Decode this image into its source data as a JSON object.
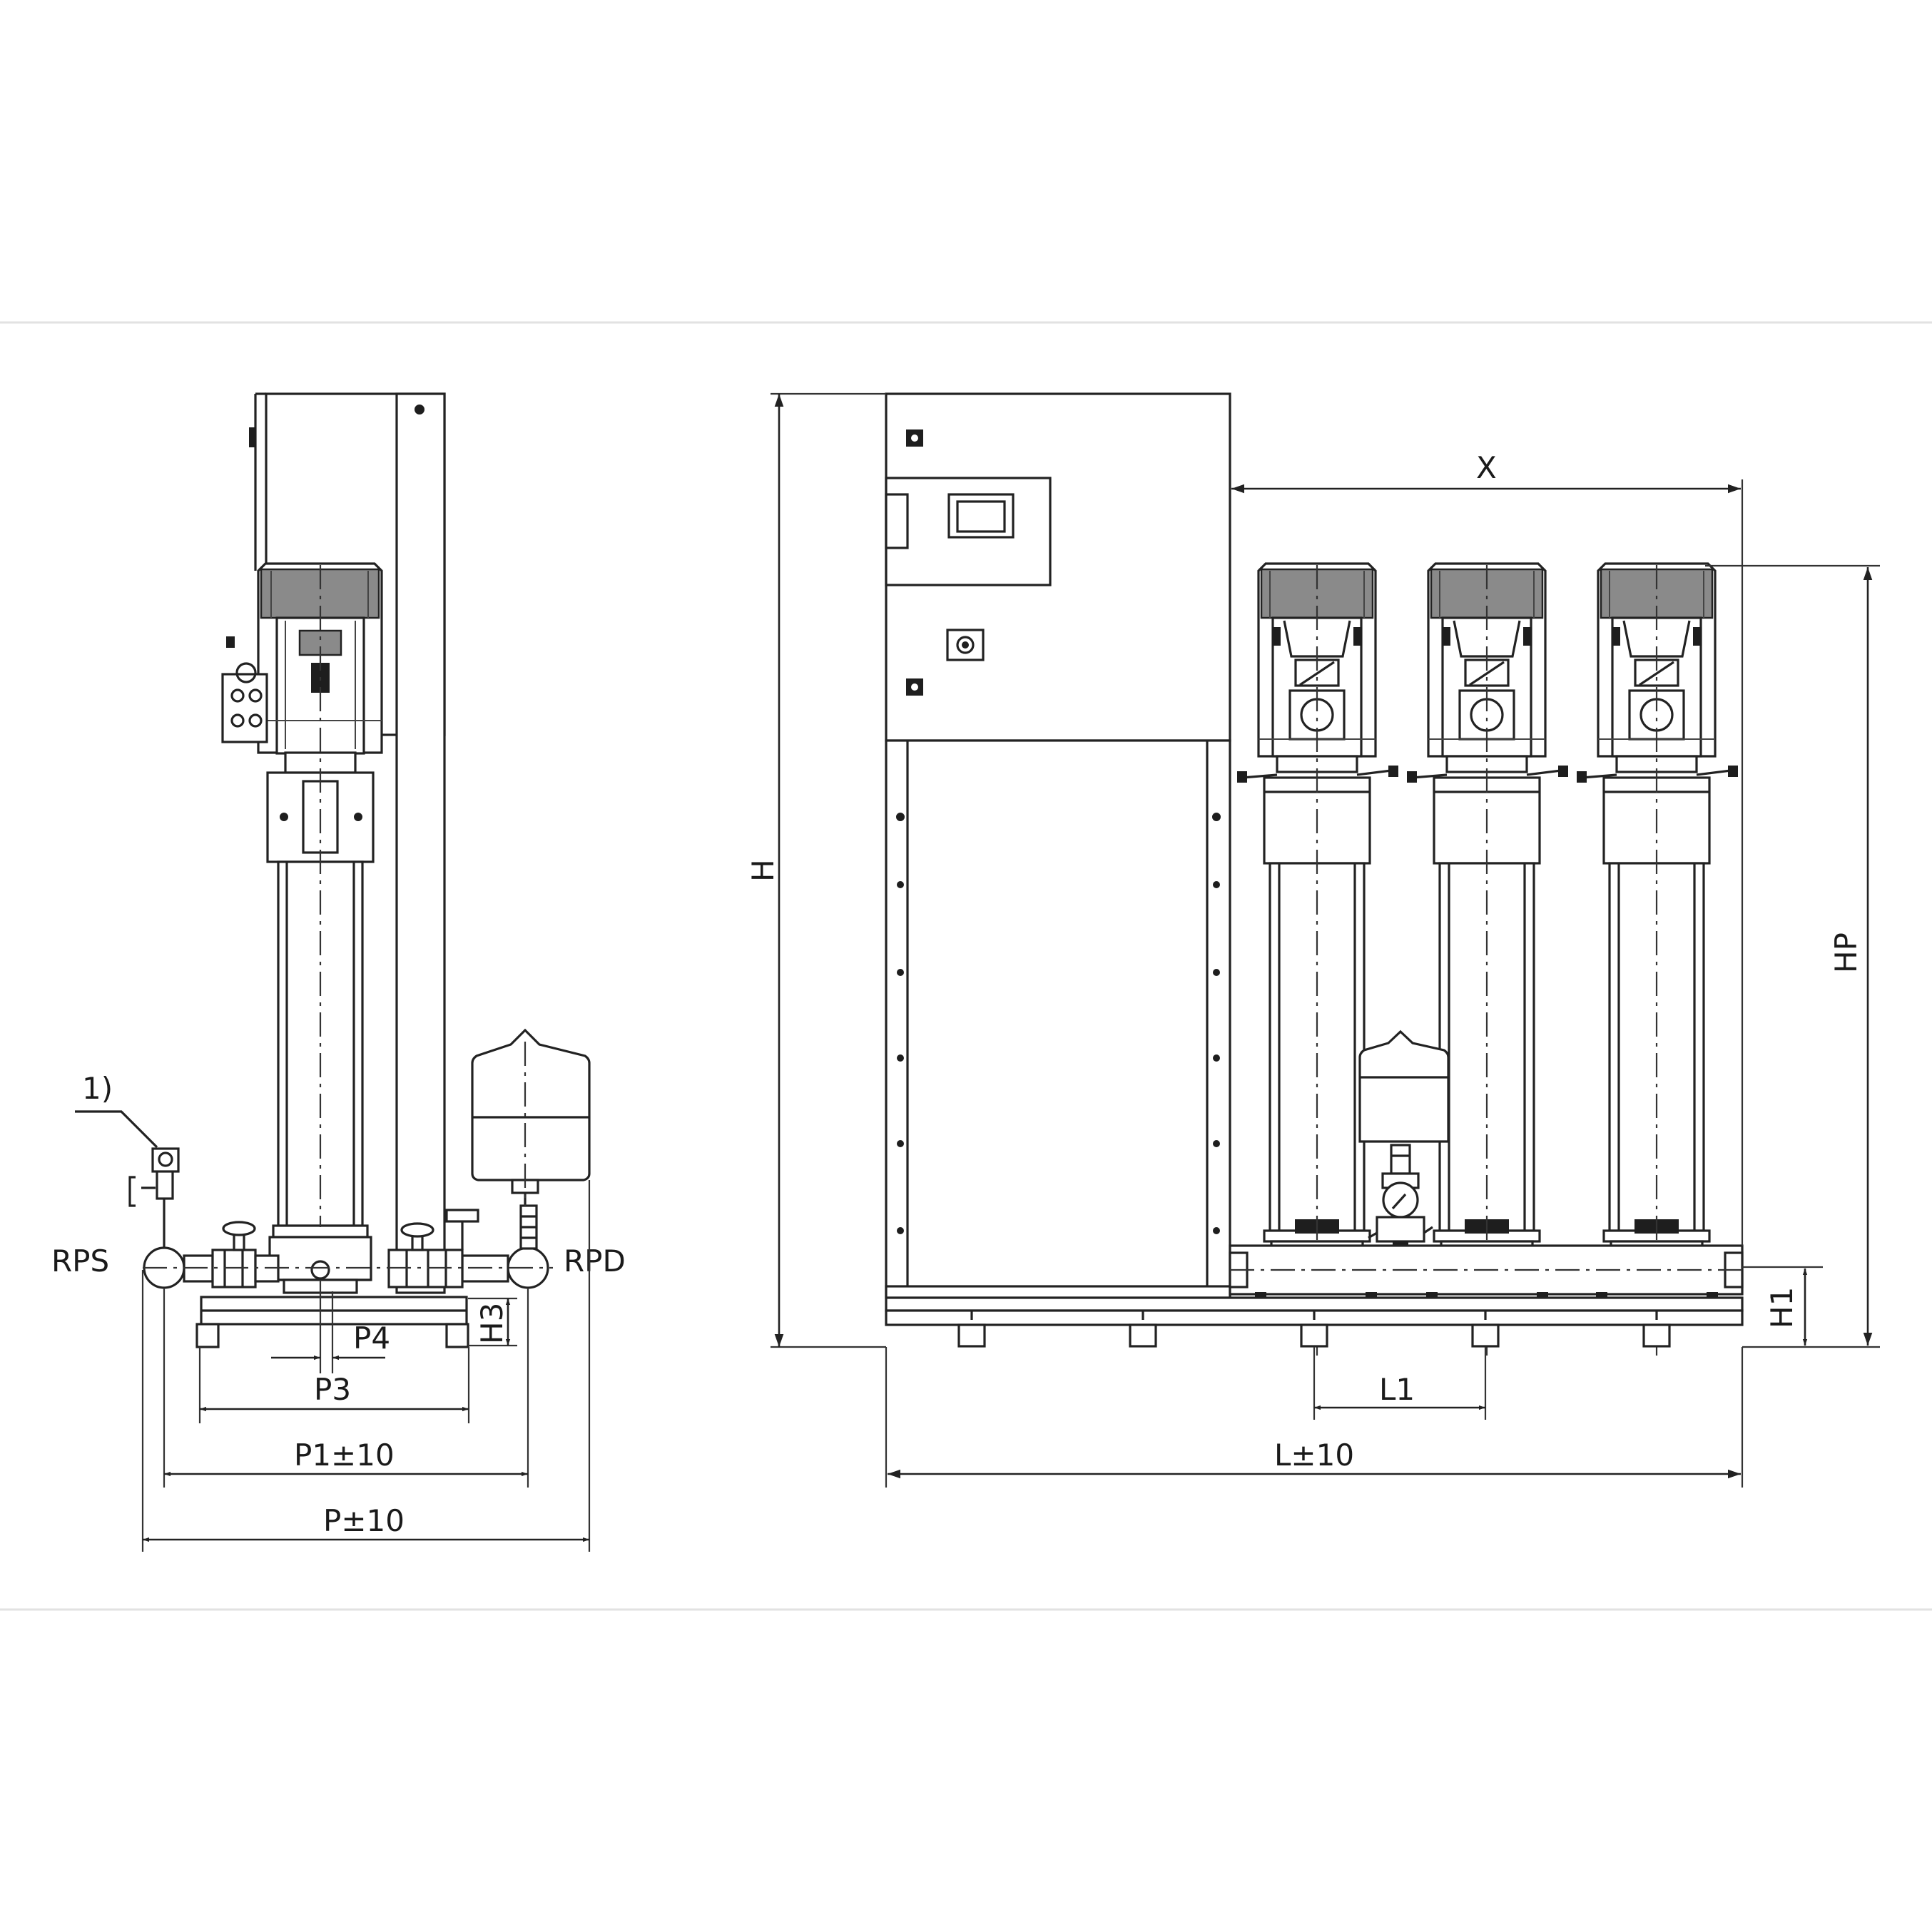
{
  "labels": {
    "note_ref": "1)",
    "suction_port": "RPS",
    "discharge_port": "RPD",
    "height": "H",
    "pump_height": "HP",
    "width_x": "X",
    "manifold_height": "H1",
    "base_height": "H3",
    "p4": "P4",
    "p3": "P3",
    "p1": "P1±10",
    "p": "P±10",
    "l1": "L1",
    "l": "L±10"
  },
  "pumps_front_view": 3
}
